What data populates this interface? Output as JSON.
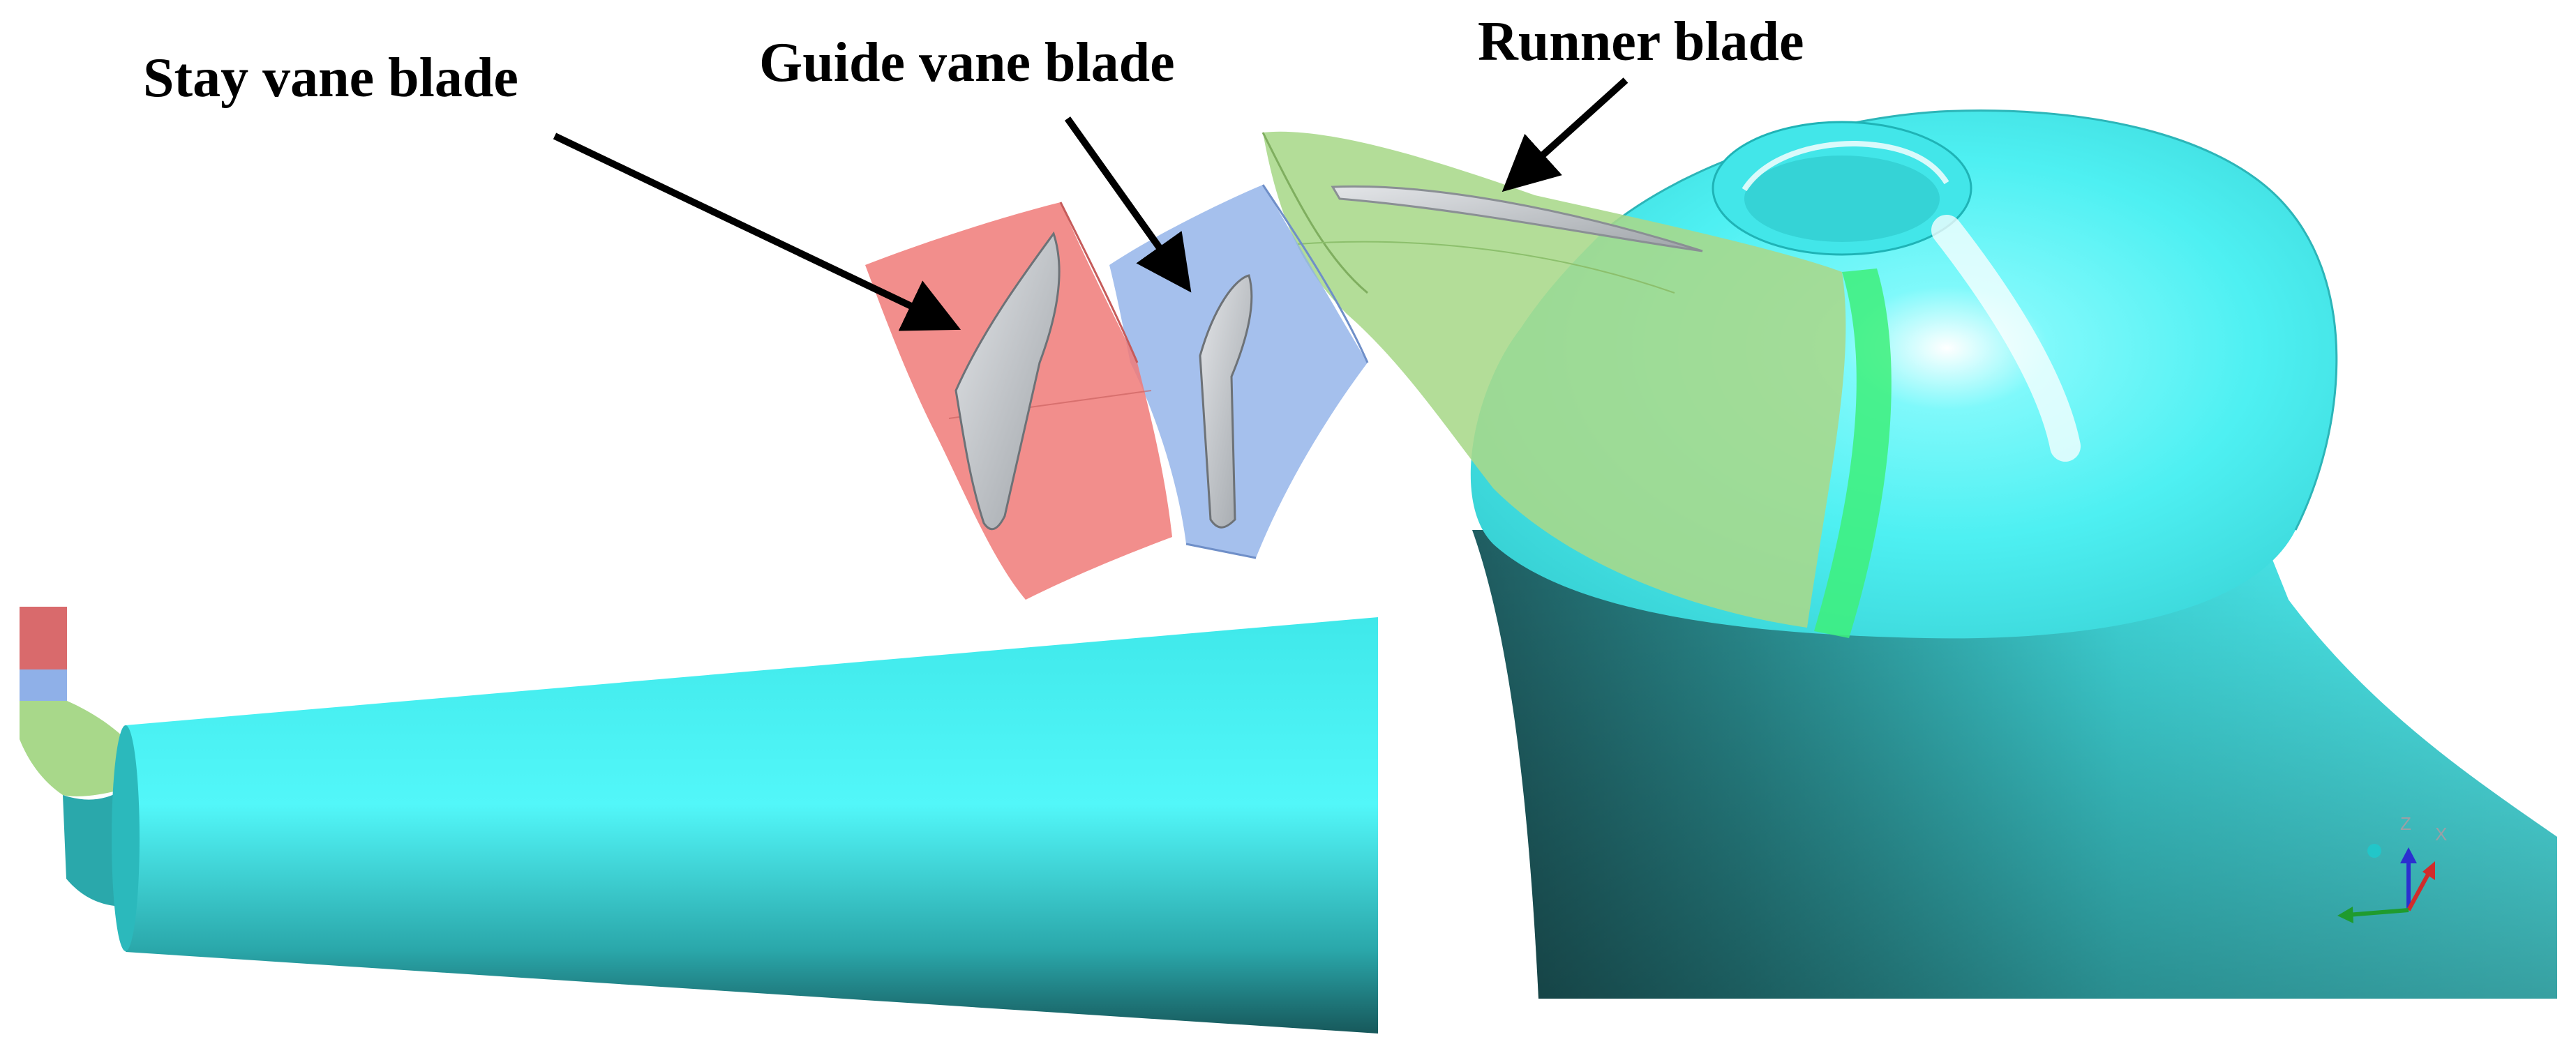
{
  "labels": {
    "stay_vane": "Stay vane blade",
    "guide_vane": "Guide vane blade",
    "runner": "Runner blade"
  },
  "triad": {
    "z": "Z",
    "x": "X"
  },
  "colors": {
    "background": "#ffffff",
    "stay_vane_domain": "#f07a78",
    "guide_vane_domain": "#9ab7ea",
    "runner_domain": "#a8d88a",
    "draft_tube": "#4df5f7",
    "blade_surface": "#c9ccd0",
    "arrow": "#000000"
  }
}
